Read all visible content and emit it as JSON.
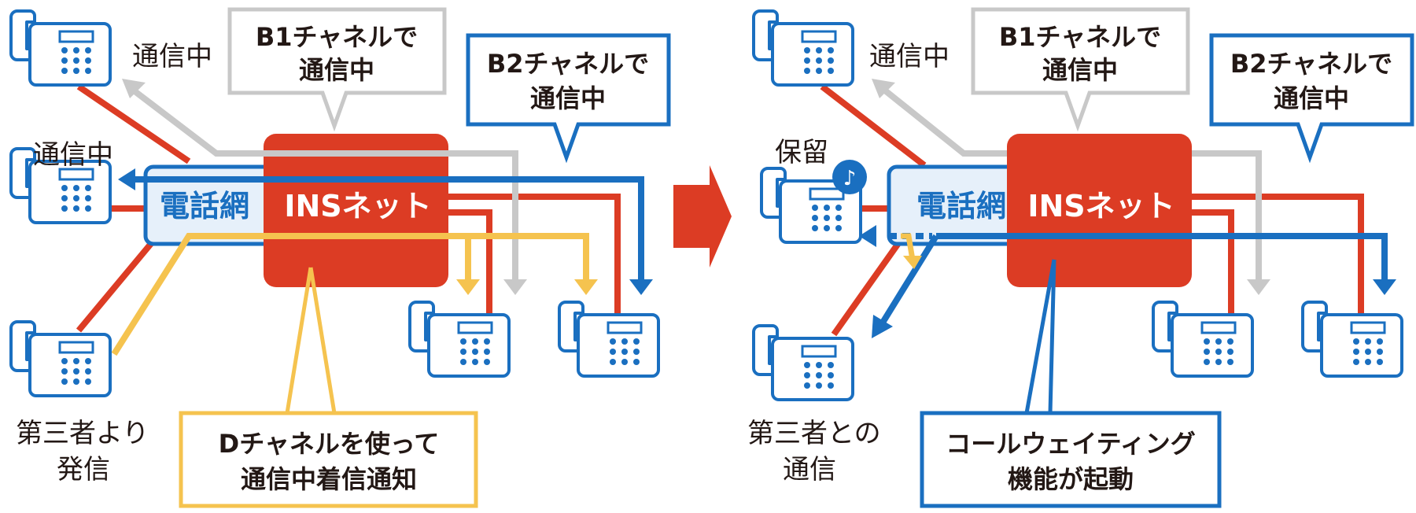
{
  "colors": {
    "red": "#dc3c24",
    "blue": "#1a6fc0",
    "gray": "#c8c8c8",
    "yellow": "#f5c34f",
    "network_fill": "#e6f0fa",
    "white": "#ffffff",
    "text": "#231815"
  },
  "left": {
    "network_label": "電話網",
    "ins_label": "INSネット",
    "phone_top_label": "通信中",
    "phone_mid_label": "通信中",
    "phone_bottom_label_1": "第三者より",
    "phone_bottom_label_2": "発信",
    "callout_b1_1": "B1チャネルで",
    "callout_b1_2": "通信中",
    "callout_b2_1": "B2チャネルで",
    "callout_b2_2": "通信中",
    "callout_d_1": "Dチャネルを使って",
    "callout_d_2": "通信中着信通知"
  },
  "right": {
    "network_label": "電話網",
    "ins_label": "INSネット",
    "phone_top_label": "通信中",
    "phone_mid_label": "保留",
    "phone_bottom_label_1": "第三者との",
    "phone_bottom_label_2": "通信",
    "callout_b1_1": "B1チャネルで",
    "callout_b1_2": "通信中",
    "callout_b2_1": "B2チャネルで",
    "callout_b2_2": "通信中",
    "callout_cw_1": "コールウェイティング",
    "callout_cw_2": "機能が起動",
    "hold_icon": "music-note-icon"
  }
}
